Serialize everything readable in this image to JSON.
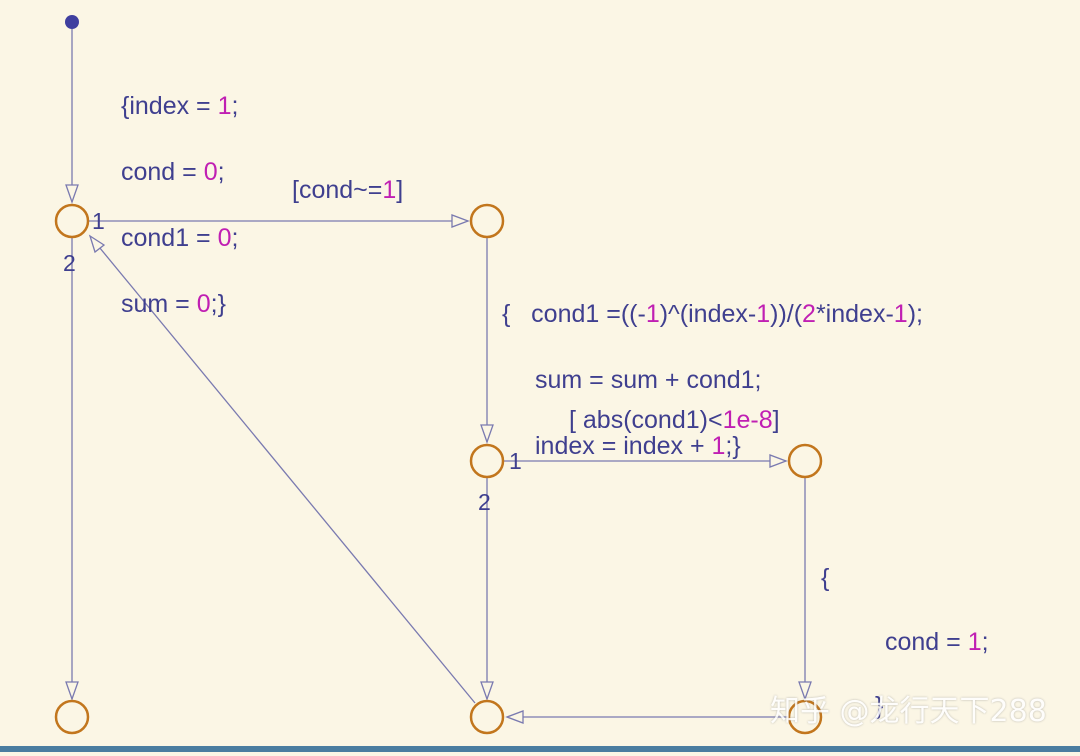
{
  "colors": {
    "background": "#fbf6e5",
    "junction": "#c2761d",
    "transition": "#7a7ab0",
    "text": "#3f3f8f",
    "number": "#c01fb3",
    "default_dot": "#3f3f9f"
  },
  "init_action": {
    "line1": [
      "{index = ",
      "1",
      ";"
    ],
    "line2": [
      "cond = ",
      "0",
      ";"
    ],
    "line3": [
      "cond1 = ",
      "0",
      ";"
    ],
    "line4": [
      "sum = ",
      "0",
      ";}"
    ]
  },
  "guard1": [
    "[cond~=",
    "1",
    "]"
  ],
  "loop_action": {
    "line1": [
      "{   cond1 =((-",
      "1",
      ")^(index-",
      "1",
      "))/(",
      "2",
      "*index-",
      "1",
      ");"
    ],
    "line2": "sum = sum + cond1;",
    "line3": [
      "index = index + ",
      "1",
      ";}"
    ]
  },
  "guard2": [
    "[ abs(cond1)<",
    "1e-8",
    "]"
  ],
  "set_action": {
    "open": "{",
    "body": [
      "cond = ",
      "1",
      ";"
    ],
    "close": "}"
  },
  "order_labels": {
    "j1_first": "1",
    "j1_second": "2",
    "j3_first": "1",
    "j3_second": "2"
  },
  "watermark": "知乎 @龙行天下288"
}
